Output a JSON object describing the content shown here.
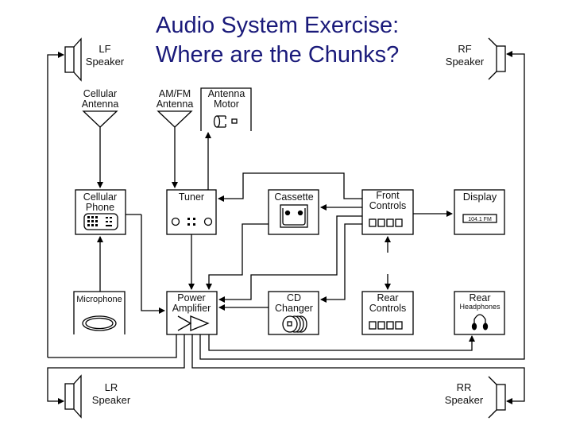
{
  "title": {
    "line1": "Audio System Exercise:",
    "line2": "Where are the Chunks?",
    "color": "#1a1a7a"
  },
  "components": {
    "lf_speaker": {
      "line1": "LF",
      "line2": "Speaker"
    },
    "rf_speaker": {
      "line1": "RF",
      "line2": "Speaker"
    },
    "lr_speaker": {
      "line1": "LR",
      "line2": "Speaker"
    },
    "rr_speaker": {
      "line1": "RR",
      "line2": "Speaker"
    },
    "cellular_antenna": {
      "line1": "Cellular",
      "line2": "Antenna"
    },
    "amfm_antenna": {
      "line1": "AM/FM",
      "line2": "Antenna"
    },
    "antenna_motor": {
      "line1": "Antenna",
      "line2": "Motor"
    },
    "cellular_phone": {
      "line1": "Cellular",
      "line2": "Phone"
    },
    "tuner": {
      "line1": "Tuner"
    },
    "cassette": {
      "line1": "Cassette"
    },
    "front_controls": {
      "line1": "Front",
      "line2": "Controls"
    },
    "display": {
      "line1": "Display",
      "readout": "104.1 FM"
    },
    "microphone": {
      "line1": "Microphone"
    },
    "power_amplifier": {
      "line1": "Power",
      "line2": "Amplifier"
    },
    "cd_changer": {
      "line1": "CD",
      "line2": "Changer"
    },
    "rear_controls": {
      "line1": "Rear",
      "line2": "Controls"
    },
    "rear_headphones": {
      "line1": "Rear",
      "line2": "Headphones"
    }
  },
  "icons": {
    "speaker": "speaker-icon",
    "antenna": "antenna-icon",
    "motor": "motor-icon",
    "keypad": "keypad-icon",
    "knobs": "tuner-knobs-icon",
    "tape": "cassette-tape-icon",
    "buttons": "control-buttons-icon",
    "lcd": "lcd-readout-icon",
    "mic": "microphone-icon",
    "amp": "amplifier-icon",
    "discs": "cd-discs-icon",
    "headphones": "headphones-icon"
  }
}
